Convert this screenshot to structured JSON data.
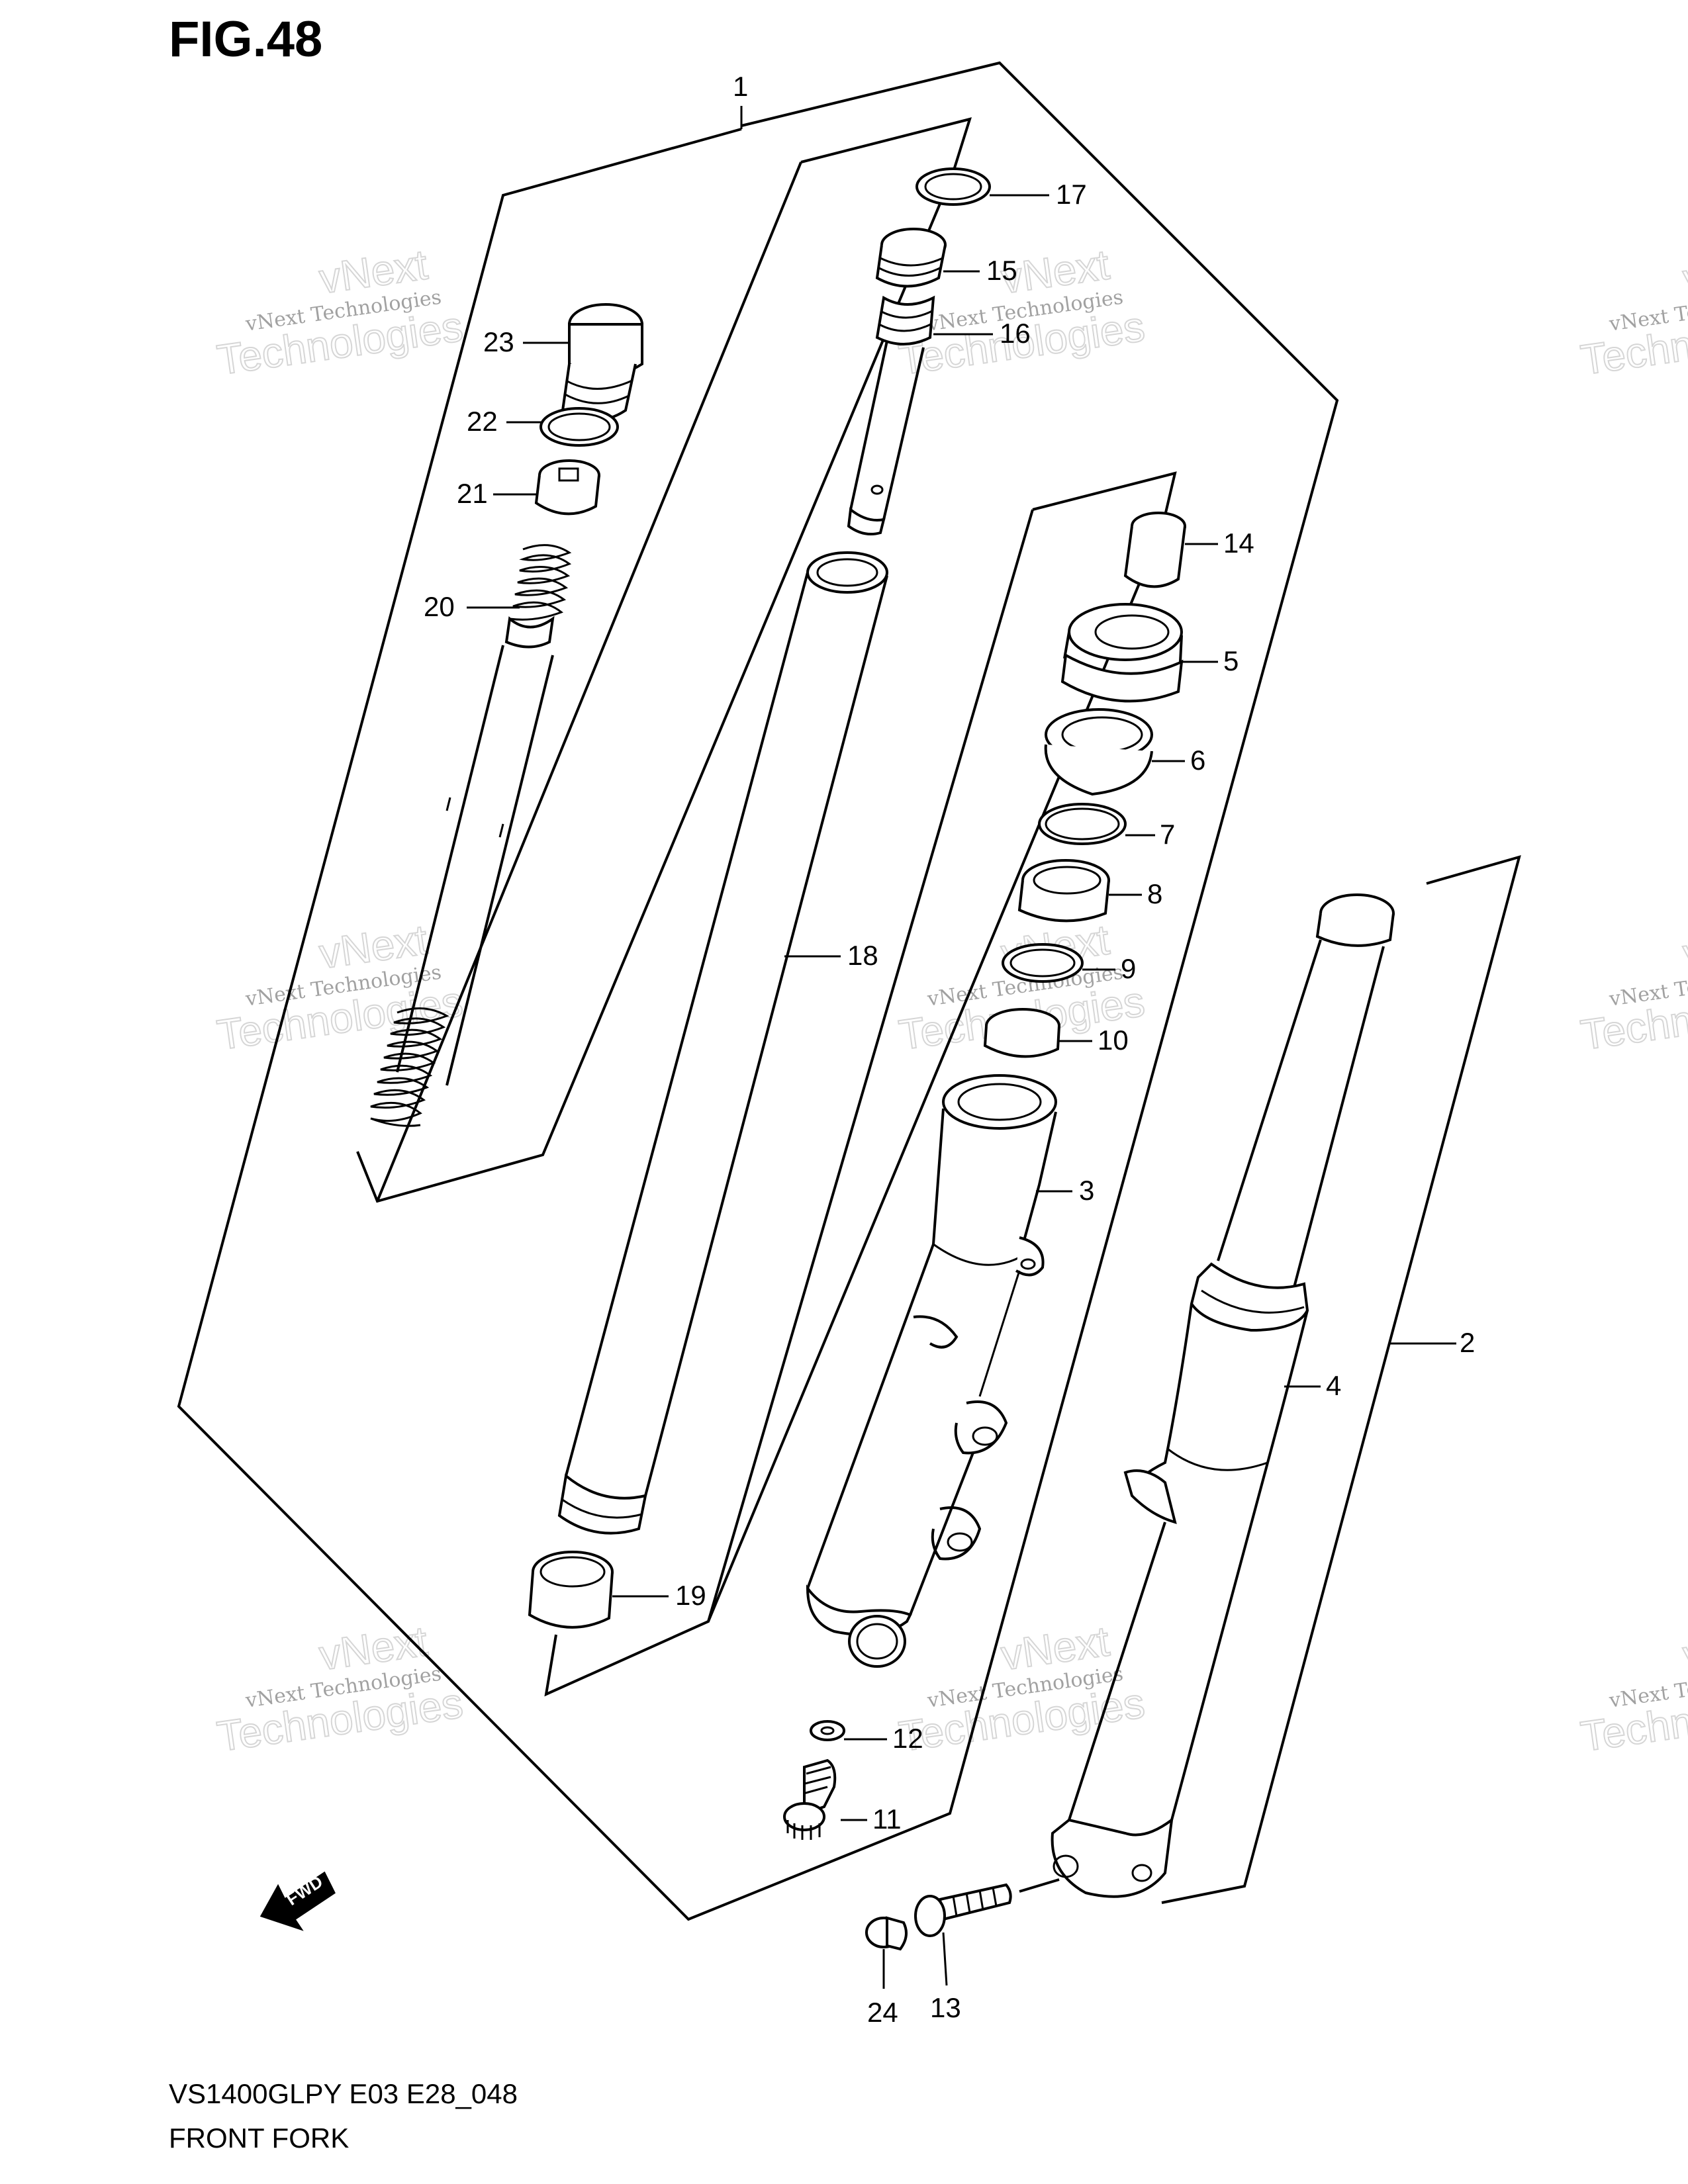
{
  "figure": {
    "title": "FIG.48",
    "model_code": "VS1400GLPY E03 E28_048",
    "name": "FRONT FORK"
  },
  "watermark": {
    "line1": "vNext Technologies",
    "line2": "vNext",
    "line3": "Technologies"
  },
  "fwd_label": "FWD",
  "callouts": [
    {
      "id": "c1",
      "label": "1"
    },
    {
      "id": "c2",
      "label": "2"
    },
    {
      "id": "c3",
      "label": "3"
    },
    {
      "id": "c4",
      "label": "4"
    },
    {
      "id": "c5",
      "label": "5"
    },
    {
      "id": "c6",
      "label": "6"
    },
    {
      "id": "c7",
      "label": "7"
    },
    {
      "id": "c8",
      "label": "8"
    },
    {
      "id": "c9",
      "label": "9"
    },
    {
      "id": "c10",
      "label": "10"
    },
    {
      "id": "c11",
      "label": "11"
    },
    {
      "id": "c12",
      "label": "12"
    },
    {
      "id": "c13",
      "label": "13"
    },
    {
      "id": "c14",
      "label": "14"
    },
    {
      "id": "c15",
      "label": "15"
    },
    {
      "id": "c16",
      "label": "16"
    },
    {
      "id": "c17",
      "label": "17"
    },
    {
      "id": "c18",
      "label": "18"
    },
    {
      "id": "c19",
      "label": "19"
    },
    {
      "id": "c20",
      "label": "20"
    },
    {
      "id": "c21",
      "label": "21"
    },
    {
      "id": "c22",
      "label": "22"
    },
    {
      "id": "c23",
      "label": "23"
    },
    {
      "id": "c24",
      "label": "24"
    }
  ]
}
